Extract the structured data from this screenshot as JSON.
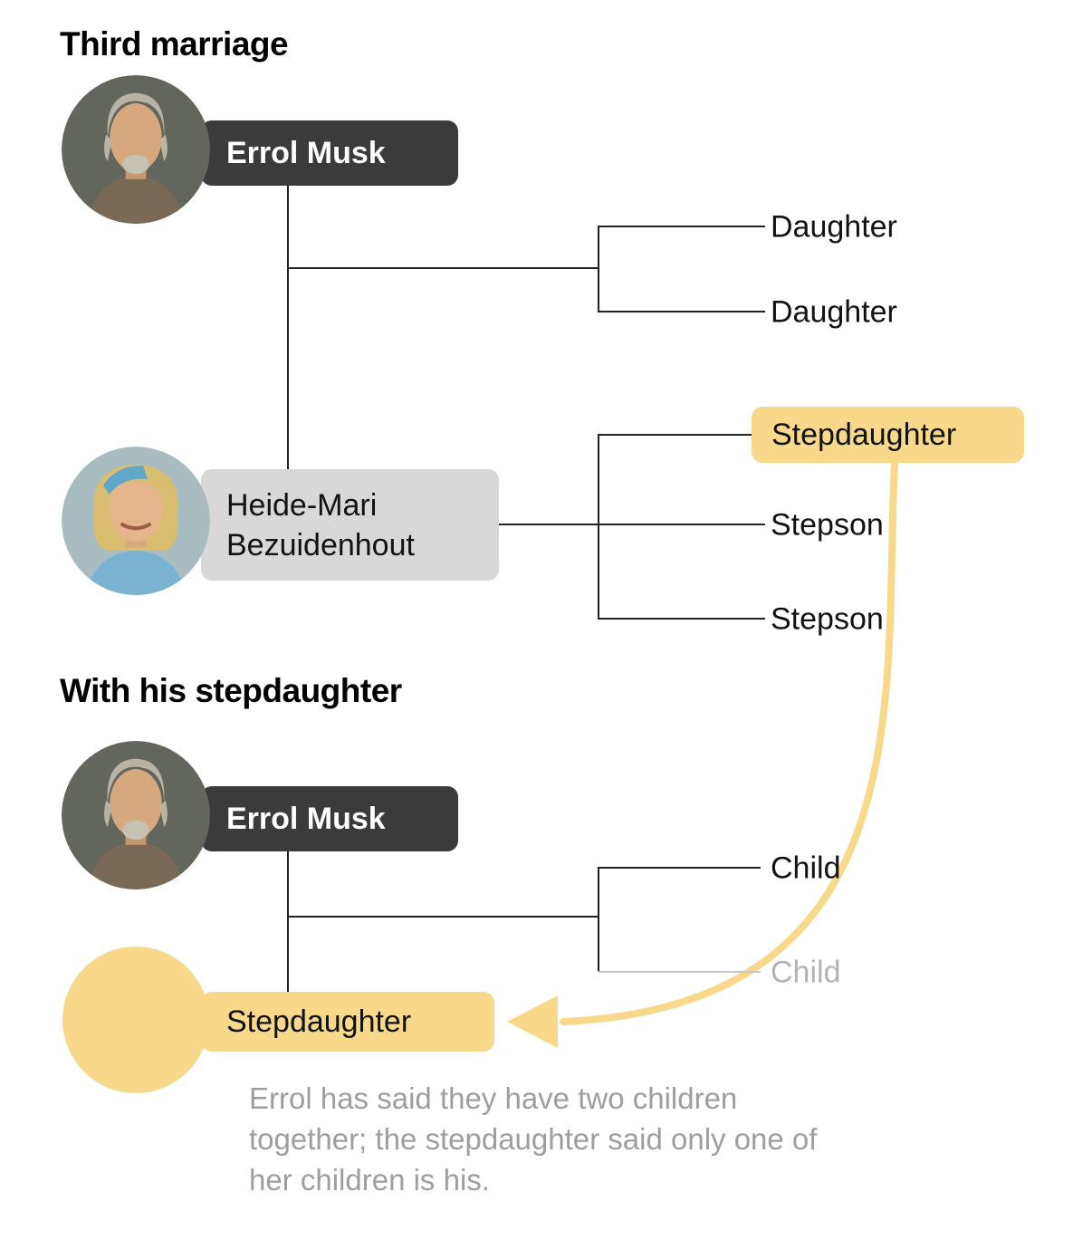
{
  "colors": {
    "dark_label_bg": "#3b3b3b",
    "gray_label_bg": "#d8d8d8",
    "highlight_yellow": "#f8d98c",
    "line": "#222222",
    "muted_line": "#c6c6c6",
    "muted_text": "#b3b3b3",
    "footnote_text": "#9e9e9e"
  },
  "icons": {
    "errol_photo": "portrait-errol-musk",
    "heide_photo": "portrait-heide-mari-bezuidenhout",
    "stepdaughter_placeholder": "yellow-circle-placeholder"
  },
  "section_third_marriage": {
    "title": "Third marriage",
    "parent1": {
      "name": "Errol Musk"
    },
    "parent2": {
      "name": "Heide-Mari Bezuidenhout"
    },
    "children": [
      {
        "label": "Daughter"
      },
      {
        "label": "Daughter"
      }
    ],
    "stepchildren": [
      {
        "label": "Stepdaughter",
        "highlighted": true
      },
      {
        "label": "Stepson"
      },
      {
        "label": "Stepson"
      }
    ]
  },
  "section_with_stepdaughter": {
    "title": "With his stepdaughter",
    "parent1": {
      "name": "Errol Musk"
    },
    "parent2": {
      "name": "Stepdaughter"
    },
    "children": [
      {
        "label": "Child"
      },
      {
        "label": "Child",
        "muted": true
      }
    ],
    "footnote": "Errol has said they have two children together; the stepdaughter said only one of her children is his."
  }
}
